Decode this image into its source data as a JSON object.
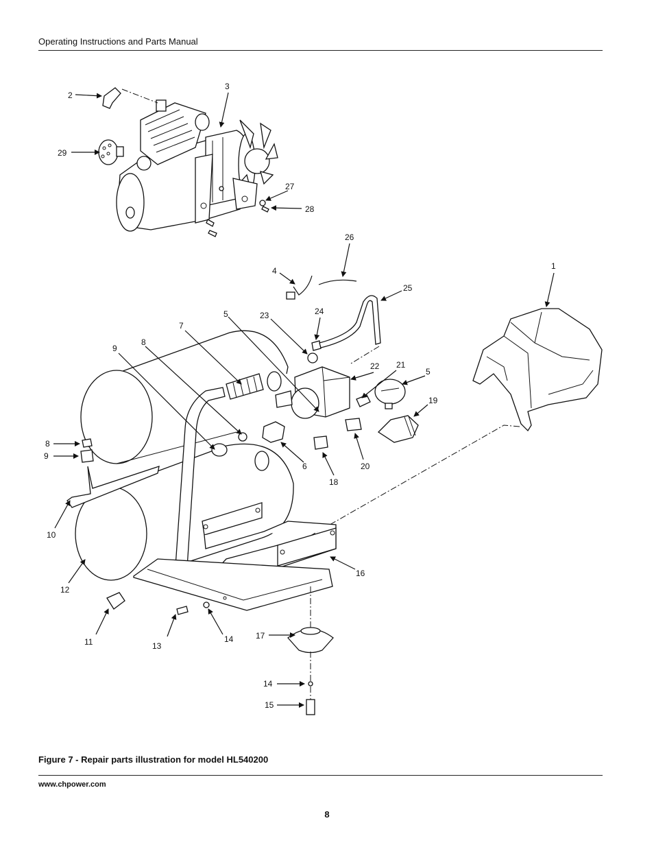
{
  "header": {
    "title": "Operating Instructions and Parts Manual"
  },
  "figure": {
    "caption": "Figure 7 - Repair parts illustration for model HL540200",
    "callouts": [
      {
        "id": "c1",
        "label": "1"
      },
      {
        "id": "c2",
        "label": "2"
      },
      {
        "id": "c3",
        "label": "3"
      },
      {
        "id": "c4",
        "label": "4"
      },
      {
        "id": "c5a",
        "label": "5"
      },
      {
        "id": "c5b",
        "label": "5"
      },
      {
        "id": "c6",
        "label": "6"
      },
      {
        "id": "c7",
        "label": "7"
      },
      {
        "id": "c8a",
        "label": "8"
      },
      {
        "id": "c8b",
        "label": "8"
      },
      {
        "id": "c9a",
        "label": "9"
      },
      {
        "id": "c9b",
        "label": "9"
      },
      {
        "id": "c10",
        "label": "10"
      },
      {
        "id": "c11",
        "label": "11"
      },
      {
        "id": "c12",
        "label": "12"
      },
      {
        "id": "c13",
        "label": "13"
      },
      {
        "id": "c14a",
        "label": "14"
      },
      {
        "id": "c14b",
        "label": "14"
      },
      {
        "id": "c15",
        "label": "15"
      },
      {
        "id": "c16",
        "label": "16"
      },
      {
        "id": "c17",
        "label": "17"
      },
      {
        "id": "c18",
        "label": "18"
      },
      {
        "id": "c19",
        "label": "19"
      },
      {
        "id": "c20",
        "label": "20"
      },
      {
        "id": "c21",
        "label": "21"
      },
      {
        "id": "c22",
        "label": "22"
      },
      {
        "id": "c23",
        "label": "23"
      },
      {
        "id": "c24",
        "label": "24"
      },
      {
        "id": "c25",
        "label": "25"
      },
      {
        "id": "c26",
        "label": "26"
      },
      {
        "id": "c27",
        "label": "27"
      },
      {
        "id": "c28",
        "label": "28"
      },
      {
        "id": "c29",
        "label": "29"
      }
    ]
  },
  "footer": {
    "website": "www.chpower.com",
    "page_number": "8"
  }
}
